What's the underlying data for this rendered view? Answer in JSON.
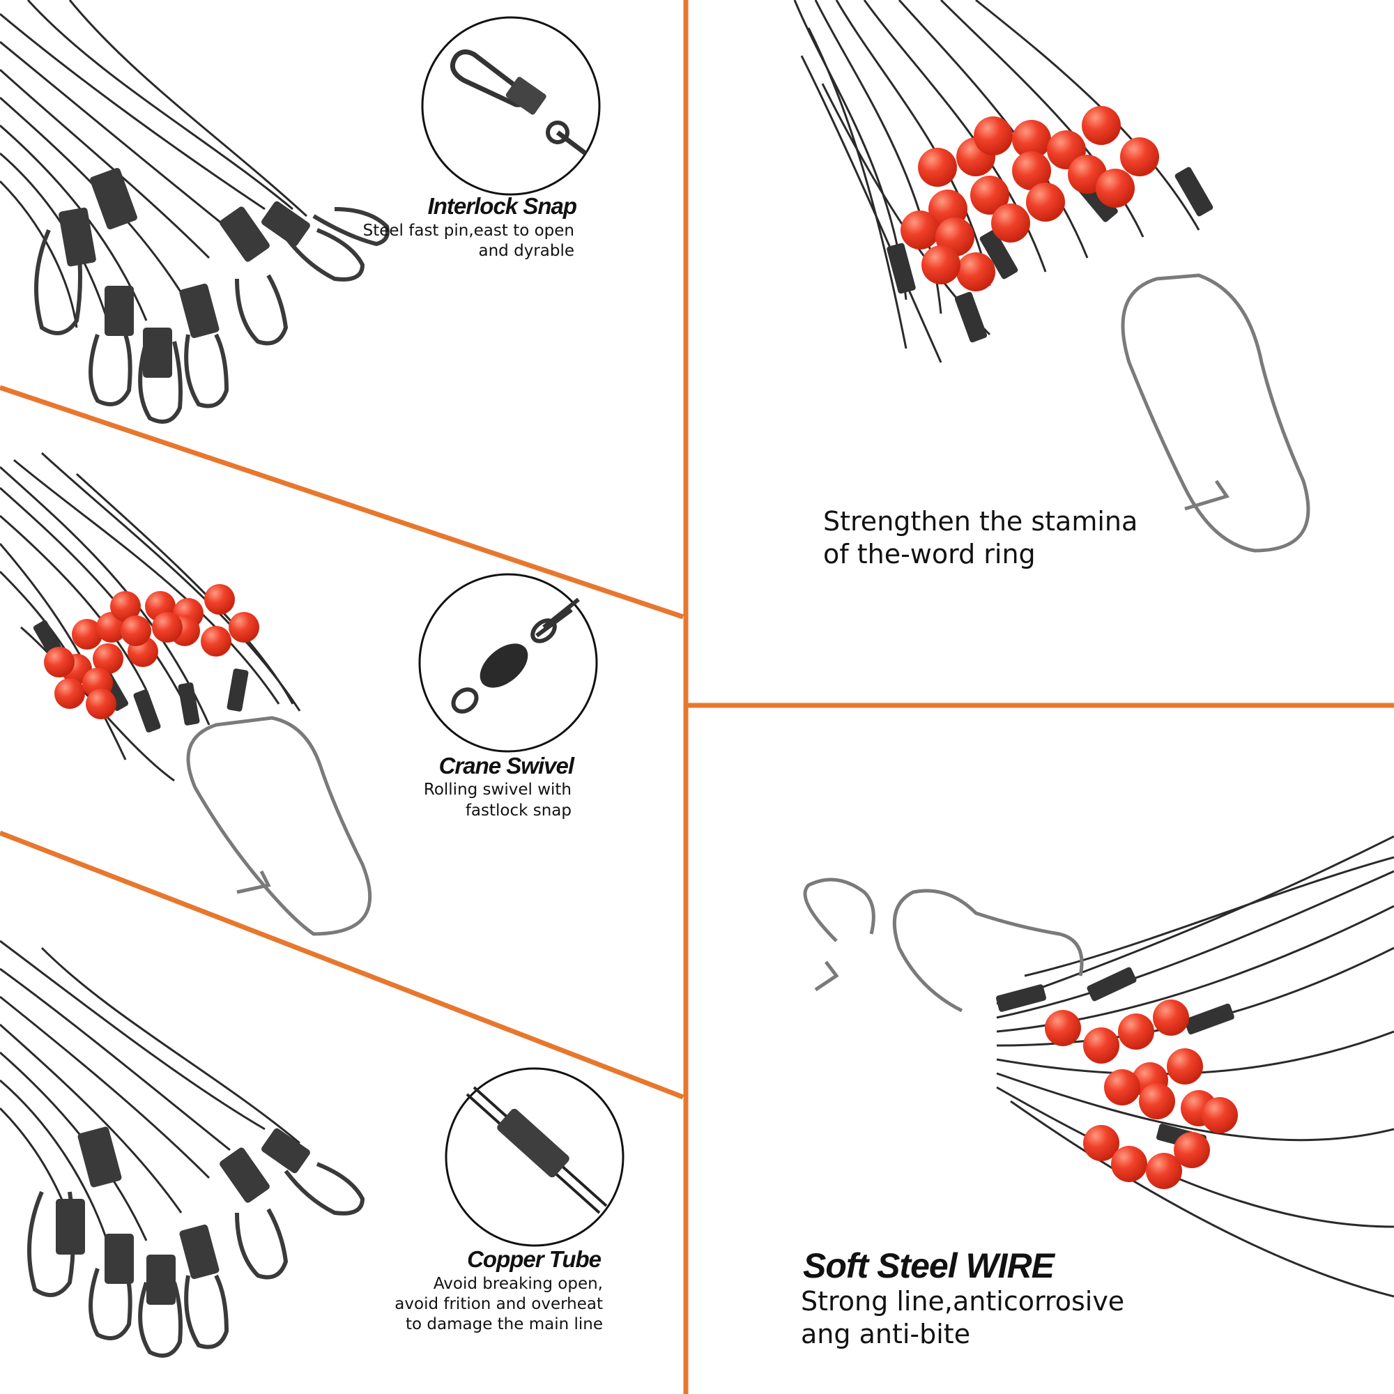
{
  "colors": {
    "divider": "#e8772e",
    "wire": "#2a2a2a",
    "bead": "#f0412a",
    "steel": "#8a8a8a"
  },
  "features": [
    {
      "title": "Interlock Snap",
      "desc_lines": [
        "Steel fast pin,east to open",
        "and dyrable"
      ],
      "icon": "interlock-snap-icon"
    },
    {
      "title": "Crane Swivel",
      "desc_lines": [
        "Rolling swivel with",
        "fastlock snap"
      ],
      "icon": "crane-swivel-icon"
    },
    {
      "title": "Copper Tube",
      "desc_lines": [
        "Avoid breaking open,",
        "avoid frition and overheat",
        "to damage the main line"
      ],
      "icon": "copper-tube-icon"
    }
  ],
  "right_top": {
    "desc_lines": [
      "Strengthen the stamina",
      "of the-word ring"
    ]
  },
  "right_bottom": {
    "title": "Soft Steel WIRE",
    "desc_lines": [
      "Strong line,anticorrosive",
      "ang anti-bite"
    ]
  }
}
